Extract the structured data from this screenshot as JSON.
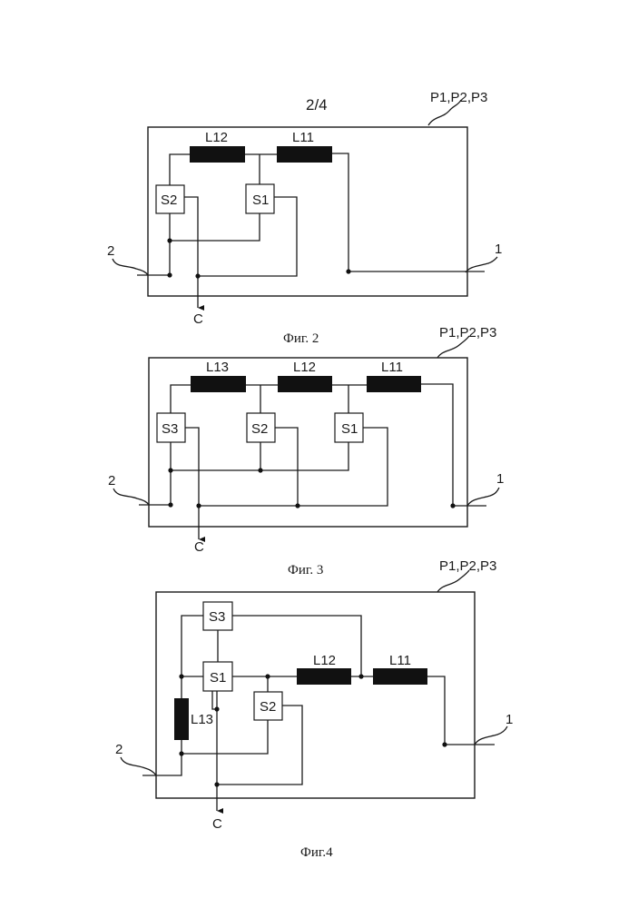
{
  "page_number": "2/4",
  "figures": [
    {
      "caption": "Фиг. 2",
      "block_label": "P1,P2,P3",
      "terminal_left": "2",
      "terminal_right": "1",
      "output_label": "C",
      "inductors": [
        "L12",
        "L11"
      ],
      "switches": [
        "S2",
        "S1"
      ]
    },
    {
      "caption": "Фиг. 3",
      "block_label": "P1,P2,P3",
      "terminal_left": "2",
      "terminal_right": "1",
      "output_label": "C",
      "inductors": [
        "L13",
        "L12",
        "L11"
      ],
      "switches": [
        "S3",
        "S2",
        "S1"
      ]
    },
    {
      "caption": "Фиг.4",
      "block_label": "P1,P2,P3",
      "terminal_left": "2",
      "terminal_right": "1",
      "output_label": "C",
      "inductors": [
        "L12",
        "L11",
        "L13"
      ],
      "switches": [
        "S3",
        "S1",
        "S2"
      ]
    }
  ]
}
